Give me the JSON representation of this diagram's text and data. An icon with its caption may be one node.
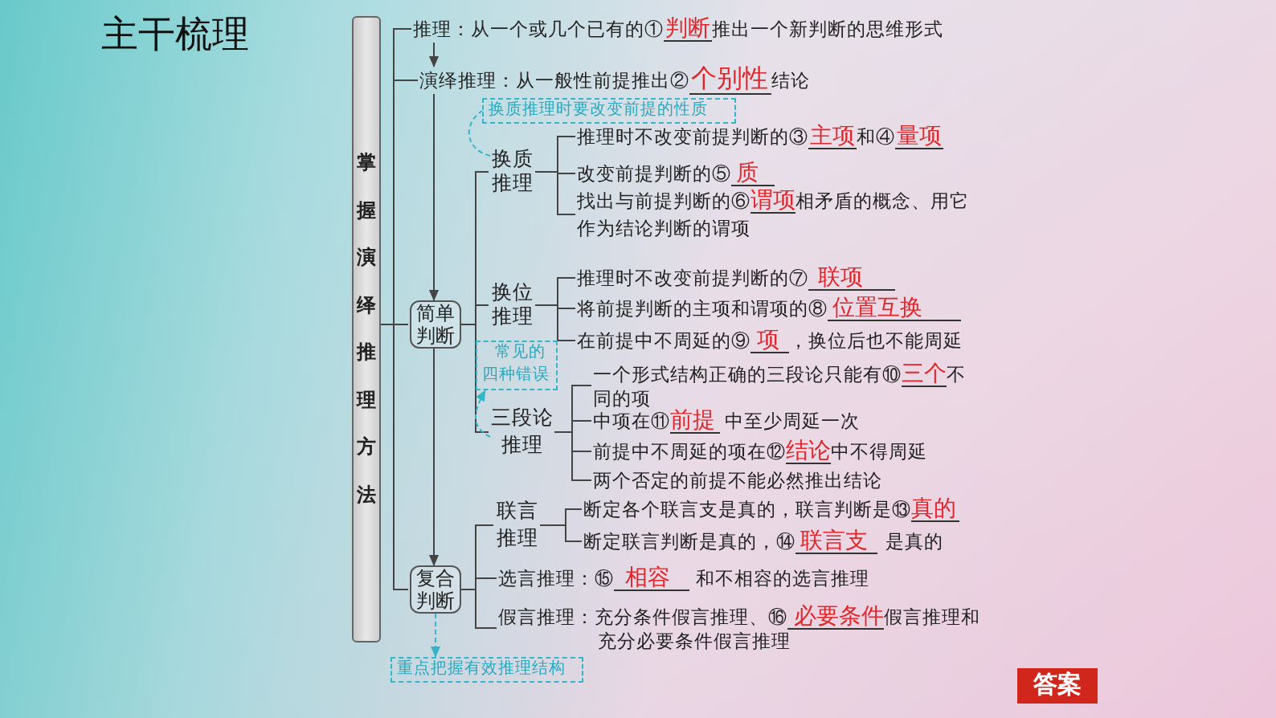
{
  "diagram": {
    "title": "主干梳理",
    "nodes": [
      {
        "text": [
          "掌握演绎推理方法"
        ]
      },
      {
        "text": [
          "推理：从一个或几个已有的①",
          "判断",
          "推出一个新判断的思维形式"
        ]
      },
      {
        "text": [
          "演绎推理：从一般性前提推出②",
          "个别性",
          "结论"
        ]
      },
      {
        "text": [
          "简单判断"
        ]
      },
      {
        "text": [
          "换质推理时要改变前提的性质"
        ]
      },
      {
        "text": [
          "换质推理"
        ]
      },
      {
        "text": [
          "推理时不改变前提判断的③",
          "主项",
          "和④",
          "量项"
        ]
      },
      {
        "text": [
          "改变前提判断的⑤",
          "质"
        ]
      },
      {
        "text": [
          "找出与前提判断的⑥",
          "谓项",
          "相矛盾的概念、用它作为结论判断的谓项"
        ]
      },
      {
        "text": [
          "换位推理"
        ]
      },
      {
        "text": [
          "推理时不改变前提判断的⑦",
          "联项"
        ]
      },
      {
        "text": [
          "将前提判断的主项和谓项的⑧",
          "位置互换"
        ]
      },
      {
        "text": [
          "在前提中不周延的⑨",
          "项",
          "，换位后也不能周延"
        ]
      },
      {
        "text": [
          "常见的四种错误"
        ]
      },
      {
        "text": [
          "三段论推理"
        ]
      },
      {
        "text": [
          "一个形式结构正确的三段论只能有⑩",
          "三个",
          "不同的项"
        ]
      },
      {
        "text": [
          "中项在⑪",
          "前提",
          "中至少周延一次"
        ]
      },
      {
        "text": [
          "前提中不周延的项在⑫",
          "结论",
          "中不得周延"
        ]
      },
      {
        "text": [
          "两个否定的前提不能必然推出结论"
        ]
      },
      {
        "text": [
          "复合判断"
        ]
      },
      {
        "text": [
          "联言推理"
        ]
      },
      {
        "text": [
          "断定各个联言支是真的，联言判断是⑬",
          "真的"
        ]
      },
      {
        "text": [
          "断定联言判断是真的，⑭",
          "联言支",
          "是真的"
        ]
      },
      {
        "text": [
          "选言推理：⑮",
          "相容",
          "和不相容的选言推理"
        ]
      },
      {
        "text": [
          "假言推理：充分条件假言推理、⑯",
          "必要条件",
          "假言推理和充分必要条件假言推理"
        ]
      },
      {
        "text": [
          "重点把握有效推理结构"
        ]
      }
    ],
    "edges": [
      {
        "from": 0,
        "to": 1,
        "arrow": "none"
      },
      {
        "from": 0,
        "to": 2,
        "arrow": "none"
      },
      {
        "from": 0,
        "to": 3,
        "arrow": "none"
      },
      {
        "from": 0,
        "to": 19,
        "arrow": "none"
      },
      {
        "from": 1,
        "to": 2,
        "arrow": "to"
      },
      {
        "from": 2,
        "to": 3,
        "arrow": "to"
      },
      {
        "from": 3,
        "to": 19,
        "arrow": "to"
      },
      {
        "from": 3,
        "to": 5,
        "arrow": "none"
      },
      {
        "from": 3,
        "to": 9,
        "arrow": "none"
      },
      {
        "from": 3,
        "to": 14,
        "arrow": "none"
      },
      {
        "from": 5,
        "to": 6,
        "arrow": "none"
      },
      {
        "from": 5,
        "to": 7,
        "arrow": "none"
      },
      {
        "from": 5,
        "to": 8,
        "arrow": "none"
      },
      {
        "from": 9,
        "to": 10,
        "arrow": "none"
      },
      {
        "from": 9,
        "to": 11,
        "arrow": "none"
      },
      {
        "from": 9,
        "to": 12,
        "arrow": "none"
      },
      {
        "from": 14,
        "to": 15,
        "arrow": "none"
      },
      {
        "from": 14,
        "to": 16,
        "arrow": "none"
      },
      {
        "from": 14,
        "to": 17,
        "arrow": "none"
      },
      {
        "from": 14,
        "to": 18,
        "arrow": "none"
      },
      {
        "from": 19,
        "to": 20,
        "arrow": "none"
      },
      {
        "from": 19,
        "to": 23,
        "arrow": "none"
      },
      {
        "from": 19,
        "to": 24,
        "arrow": "none"
      },
      {
        "from": 20,
        "to": 21,
        "arrow": "none"
      },
      {
        "from": 20,
        "to": 22,
        "arrow": "none"
      },
      {
        "from": 5,
        "to": 4,
        "arrow": "none",
        "style": "dashed",
        "color": "#35b6c8"
      },
      {
        "from": 14,
        "to": 13,
        "arrow": "to",
        "style": "dashed",
        "color": "#35b6c8"
      },
      {
        "from": 19,
        "to": 25,
        "arrow": "to",
        "style": "dashed",
        "color": "#35b6c8"
      }
    ],
    "labels": [
      "答案"
    ]
  }
}
